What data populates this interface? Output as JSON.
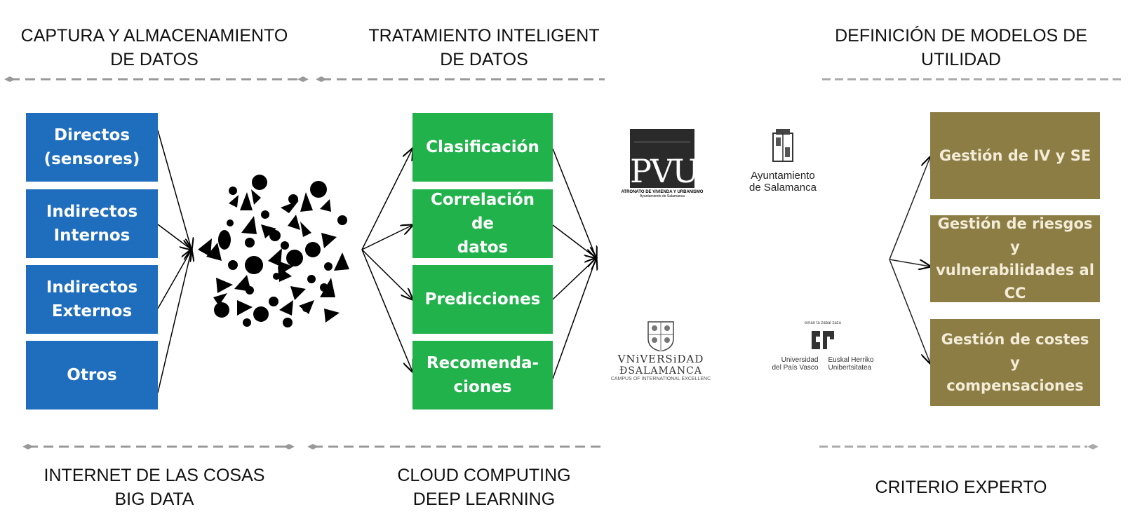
{
  "headers": {
    "capture_line1": "CAPTURA Y ALMACENAMIENTO",
    "capture_line2": "DE DATOS",
    "treatment_line1": "TRATAMIENTO INTELIGENT",
    "treatment_line2": "DE DATOS",
    "models_line1": "DEFINICIÓN DE MODELOS DE",
    "models_line2": "UTILIDAD"
  },
  "footers": {
    "iot_line1": "INTERNET DE LAS COSAS",
    "iot_line2": "BIG DATA",
    "cloud_line1": "CLOUD COMPUTING",
    "cloud_line2": "DEEP LEARNING",
    "expert": "CRITERIO EXPERTO"
  },
  "sources": [
    {
      "l1": "Directos",
      "l2": "(sensores)"
    },
    {
      "l1": "Indirectos",
      "l2": "Internos"
    },
    {
      "l1": "Indirectos",
      "l2": "Externos"
    },
    {
      "l1": "Otros",
      "l2": ""
    }
  ],
  "processing": [
    {
      "l1": "Clasificación",
      "l2": ""
    },
    {
      "l1": "Correlación de",
      "l2": "datos"
    },
    {
      "l1": "Predicciones",
      "l2": ""
    },
    {
      "l1": "Recomenda-",
      "l2": "ciones"
    }
  ],
  "models": [
    {
      "l1": "Gestión de IV y SE",
      "l2": "",
      "l3": ""
    },
    {
      "l1": "Gestión de riesgos y",
      "l2": "vulnerabilidades al",
      "l3": "CC"
    },
    {
      "l1": "Gestión de costes y",
      "l2": "compensaciones",
      "l3": ""
    }
  ],
  "logos": {
    "pvu": {
      "mark": "PVU",
      "line1": "ATRONATO DE VIVIENDA Y URBANISMO",
      "line2": "Ayuntamiento de Salamanca"
    },
    "ayto": {
      "line1": "Ayuntamiento",
      "line2": "de Salamanca"
    },
    "usal": {
      "line1": "VNiVERSiDAD",
      "line2": "ÐSALAMANCA",
      "line3": "CAMPUS OF INTERNATIONAL EXCELLENC"
    },
    "upv": {
      "top": "eman ta zabal zazu",
      "left1": "Universidad",
      "left2": "del País Vasco",
      "right1": "Euskal Herriko",
      "right2": "Unibertsitatea"
    }
  },
  "colors": {
    "blue": "#1f6ebd",
    "green": "#22b24c",
    "olive": "#8c7d45"
  }
}
